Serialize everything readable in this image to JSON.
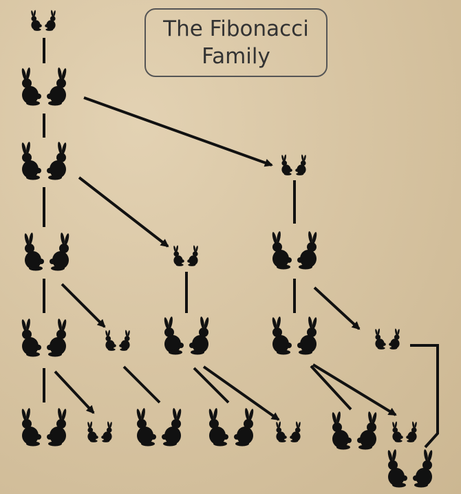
{
  "title": {
    "line1": "The Fibonacci",
    "line2": "Family"
  },
  "colors": {
    "background": "#d9c6a4",
    "ink": "#111111",
    "frame": "#555555"
  },
  "generations": [
    {
      "generation": 1,
      "pairs": [
        "baby"
      ]
    },
    {
      "generation": 2,
      "pairs": [
        "adult"
      ]
    },
    {
      "generation": 3,
      "pairs": [
        "adult",
        "baby"
      ]
    },
    {
      "generation": 4,
      "pairs": [
        "adult",
        "baby",
        "adult"
      ]
    },
    {
      "generation": 5,
      "pairs": [
        "adult",
        "baby",
        "adult",
        "adult",
        "baby"
      ]
    },
    {
      "generation": 6,
      "pairs": [
        "adult",
        "baby",
        "adult",
        "adult",
        "baby",
        "adult",
        "baby",
        "adult"
      ]
    }
  ],
  "legend": {
    "adult_pair": "rabbit-pair-adult",
    "baby_pair": "rabbit-pair-baby"
  }
}
